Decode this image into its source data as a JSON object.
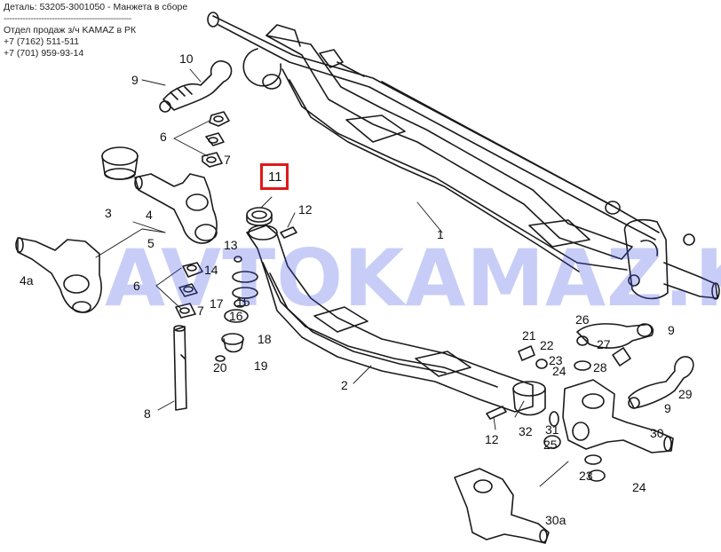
{
  "header": {
    "detail_line": "Деталь: 53205-3001050 - Манжета в сборе",
    "separator": "------------------------------------------------",
    "sales_line": "Отдел продаж з/ч KAMAZ в РК",
    "phone_1": "+7 (7162) 511-511",
    "phone_2": "+7 (701) 959-93-14"
  },
  "watermark": "AVTOKAMAZ.KZ",
  "highlight": {
    "label": "11",
    "color": "#e01818"
  },
  "watermark_color": "#3c50e6",
  "callouts": [
    "1",
    "2",
    "3",
    "4",
    "4а",
    "5",
    "6",
    "6",
    "7",
    "7",
    "8",
    "9",
    "9",
    "9",
    "10",
    "12",
    "12",
    "13",
    "14",
    "15",
    "16",
    "17",
    "18",
    "19",
    "20",
    "21",
    "22",
    "23",
    "23",
    "24",
    "24",
    "25",
    "26",
    "27",
    "28",
    "29",
    "30",
    "30а",
    "31",
    "32"
  ]
}
